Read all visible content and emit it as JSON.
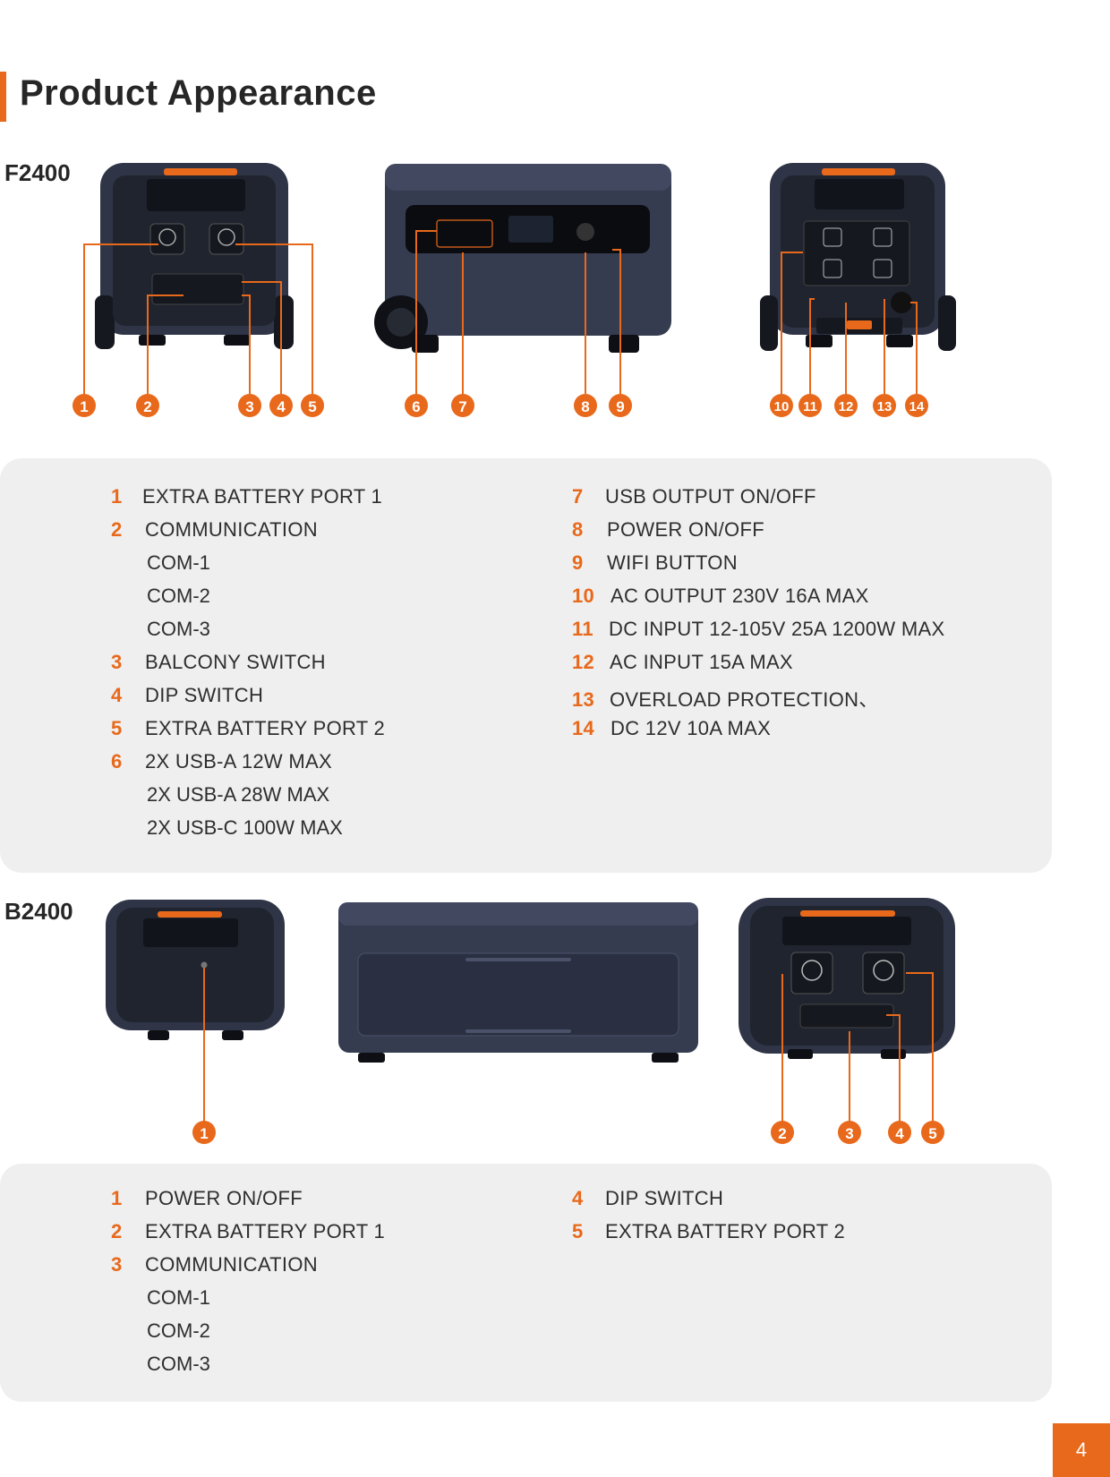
{
  "title": "Product Appearance",
  "page_number": "4",
  "colors": {
    "accent": "#e8691b",
    "device_body": "#2f3547",
    "panel_bg": "#efefef"
  },
  "f2400": {
    "model": "F2400",
    "callouts": [
      "1",
      "2",
      "3",
      "4",
      "5",
      "6",
      "7",
      "8",
      "9",
      "10",
      "11",
      "12",
      "13",
      "14"
    ],
    "left": [
      {
        "n": "1",
        "label": "EXTRA BATTERY PORT 1",
        "subs": []
      },
      {
        "n": "2",
        "label": "COMMUNICATION",
        "subs": [
          "COM-1",
          "COM-2",
          "COM-3"
        ]
      },
      {
        "n": "3",
        "label": "BALCONY SWITCH",
        "subs": []
      },
      {
        "n": "4",
        "label": "DIP SWITCH",
        "subs": []
      },
      {
        "n": "5",
        "label": "EXTRA BATTERY PORT 2",
        "subs": []
      },
      {
        "n": "6",
        "label": "2X USB-A 12W MAX",
        "subs": [
          "2X USB-A 28W MAX",
          "2X USB-C 100W MAX"
        ]
      }
    ],
    "right": [
      {
        "n": "7",
        "label": "USB OUTPUT ON/OFF"
      },
      {
        "n": "8",
        "label": "POWER ON/OFF"
      },
      {
        "n": "9",
        "label": "WIFI BUTTON"
      },
      {
        "n": "10",
        "label": "AC OUTPUT 230V 16A MAX"
      },
      {
        "n": "11",
        "label": "DC INPUT 12-105V 25A 1200W MAX"
      },
      {
        "n": "12",
        "label": "AC INPUT 15A MAX"
      },
      {
        "n": "13",
        "label": "OVERLOAD PROTECTION、"
      },
      {
        "n": "14",
        "label": "DC 12V 10A MAX"
      }
    ]
  },
  "b2400": {
    "model": "B2400",
    "callouts": [
      "1",
      "2",
      "3",
      "4",
      "5"
    ],
    "left": [
      {
        "n": "1",
        "label": "POWER ON/OFF",
        "subs": []
      },
      {
        "n": "2",
        "label": "EXTRA BATTERY PORT 1",
        "subs": []
      },
      {
        "n": "3",
        "label": "COMMUNICATION",
        "subs": [
          "COM-1",
          "COM-2",
          "COM-3"
        ]
      }
    ],
    "right": [
      {
        "n": "4",
        "label": "DIP SWITCH"
      },
      {
        "n": "5",
        "label": "EXTRA BATTERY PORT 2"
      }
    ]
  }
}
